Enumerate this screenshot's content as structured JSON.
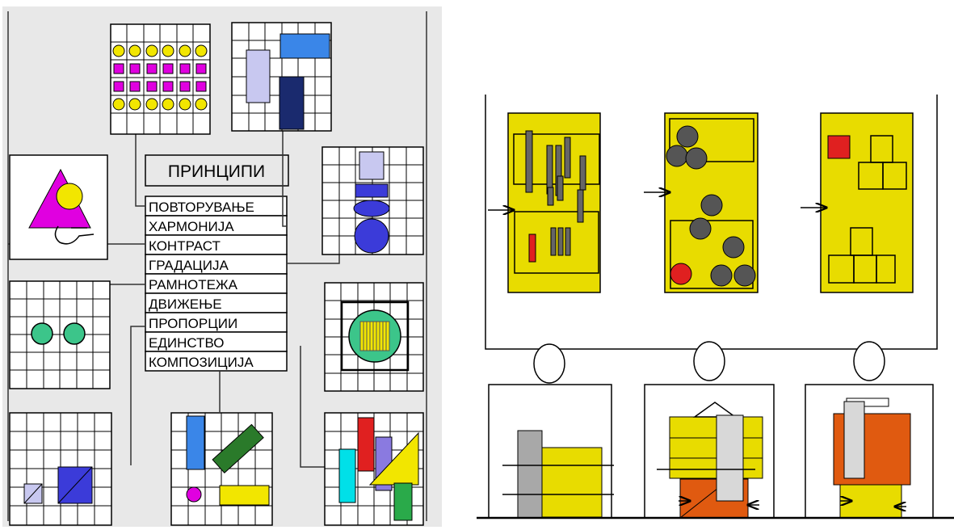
{
  "left_panel": {
    "title": "ПРИНЦИПИ",
    "principles": [
      "ПОВТОРУВАЊЕ",
      "ХАРМОНИЈА",
      "КОНТРАСТ",
      "ГРАДАЦИЈА",
      "РАМНОТЕЖА",
      "ДВИЖЕЊЕ",
      "ПРОПОРЦИИ",
      "ЕДИНСТВО",
      "КОМПОЗИЦИЈА"
    ]
  },
  "colors": {
    "background_panel": "#e8e8e8",
    "magenta": "#e000e0",
    "yellow": "#f2e600",
    "blue": "#3b3bd9",
    "light_blue": "#3a86e8",
    "lavender": "#c8c8f0",
    "navy": "#1a2a6e",
    "green": "#2a7a2a",
    "teal": "#3cc58a",
    "cyan": "#00e0e8",
    "red": "#e02020",
    "orange": "#e05a10",
    "gray": "#555555",
    "light_gray": "#d8d8d8"
  }
}
